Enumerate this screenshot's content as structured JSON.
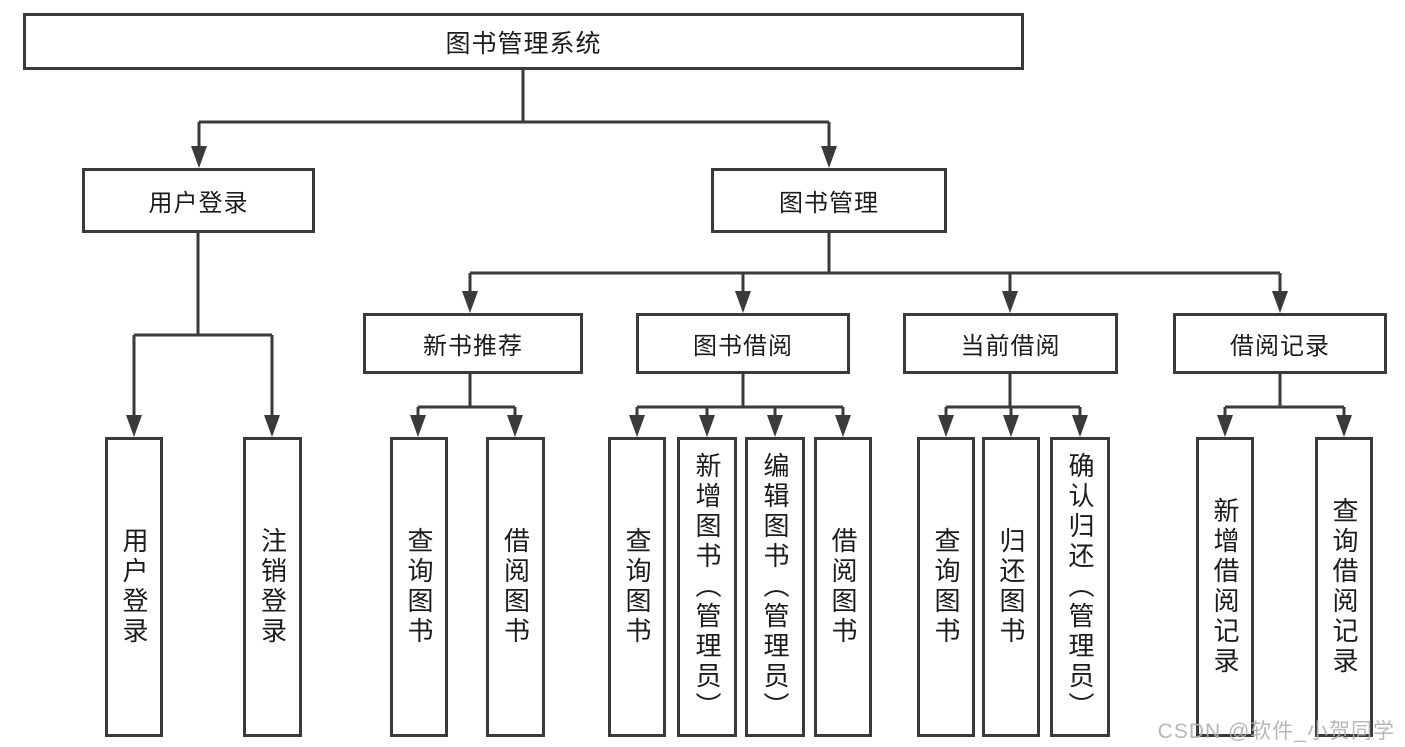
{
  "watermark": "CSDN @软件_小贺同学",
  "colors": {
    "line": "#3a3a3a",
    "text": "#1c1c1c",
    "background": "#ffffff",
    "watermark": "#b0b0b0"
  },
  "tree": {
    "root": {
      "label": "图书管理系统"
    },
    "children": [
      {
        "label": "用户登录",
        "children": [
          {
            "label": "用户登录"
          },
          {
            "label": "注销登录"
          }
        ]
      },
      {
        "label": "图书管理",
        "children": [
          {
            "label": "新书推荐",
            "children": [
              {
                "label": "查询图书"
              },
              {
                "label": "借阅图书"
              }
            ]
          },
          {
            "label": "图书借阅",
            "children": [
              {
                "label": "查询图书"
              },
              {
                "label": "新增图书（管理员）"
              },
              {
                "label": "编辑图书（管理员）"
              },
              {
                "label": "借阅图书"
              }
            ]
          },
          {
            "label": "当前借阅",
            "children": [
              {
                "label": "查询图书"
              },
              {
                "label": "归还图书"
              },
              {
                "label": "确认归还（管理员）"
              }
            ]
          },
          {
            "label": "借阅记录",
            "children": [
              {
                "label": "新增借阅记录"
              },
              {
                "label": "查询借阅记录"
              }
            ]
          }
        ]
      }
    ]
  }
}
